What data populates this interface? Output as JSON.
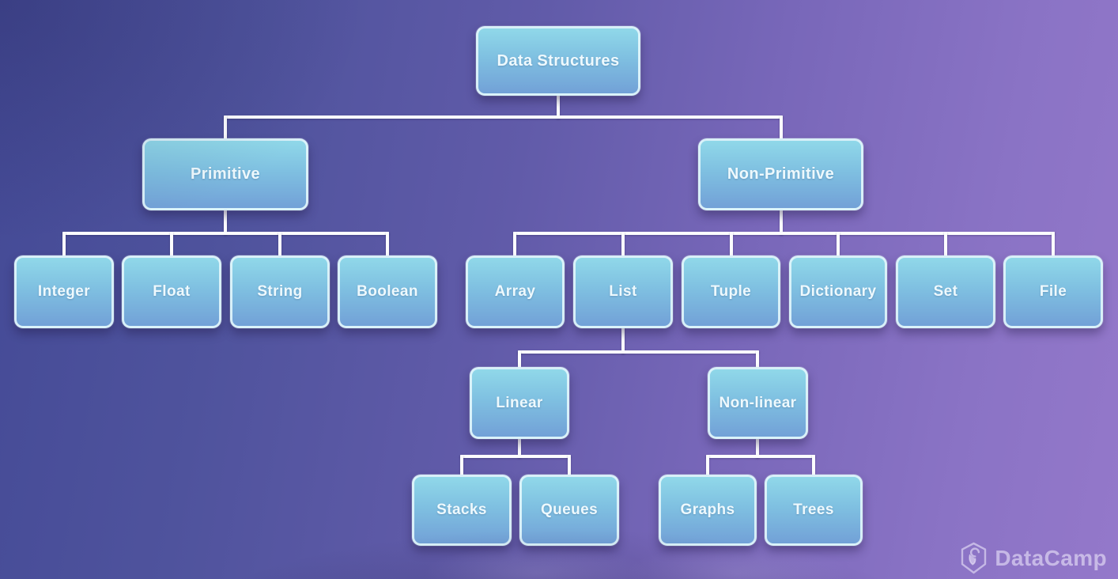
{
  "diagram": {
    "title": "Data Structures",
    "nodes": {
      "root": "Data Structures",
      "primitive": "Primitive",
      "non_primitive": "Non-Primitive",
      "integer": "Integer",
      "float": "Float",
      "string": "String",
      "boolean": "Boolean",
      "array": "Array",
      "list": "List",
      "tuple": "Tuple",
      "dictionary": "Dictionary",
      "set": "Set",
      "file": "File",
      "linear": "Linear",
      "non_linear": "Non-linear",
      "stacks": "Stacks",
      "queues": "Queues",
      "graphs": "Graphs",
      "trees": "Trees"
    },
    "edges": [
      [
        "Data Structures",
        "Primitive"
      ],
      [
        "Data Structures",
        "Non-Primitive"
      ],
      [
        "Primitive",
        "Integer"
      ],
      [
        "Primitive",
        "Float"
      ],
      [
        "Primitive",
        "String"
      ],
      [
        "Primitive",
        "Boolean"
      ],
      [
        "Non-Primitive",
        "Array"
      ],
      [
        "Non-Primitive",
        "List"
      ],
      [
        "Non-Primitive",
        "Tuple"
      ],
      [
        "Non-Primitive",
        "Dictionary"
      ],
      [
        "Non-Primitive",
        "Set"
      ],
      [
        "Non-Primitive",
        "File"
      ],
      [
        "List",
        "Linear"
      ],
      [
        "List",
        "Non-linear"
      ],
      [
        "Linear",
        "Stacks"
      ],
      [
        "Linear",
        "Queues"
      ],
      [
        "Non-linear",
        "Graphs"
      ],
      [
        "Non-linear",
        "Trees"
      ]
    ],
    "colors": {
      "background_start": "#444a96",
      "background_end": "#9478ca",
      "node_gradient_top": "#90d8e9",
      "node_gradient_bottom": "#72a1d7",
      "node_border": "#e1f5fb",
      "node_text": "#eef9fd",
      "connector": "#fcfdff"
    }
  },
  "branding": {
    "name": "DataCamp"
  }
}
